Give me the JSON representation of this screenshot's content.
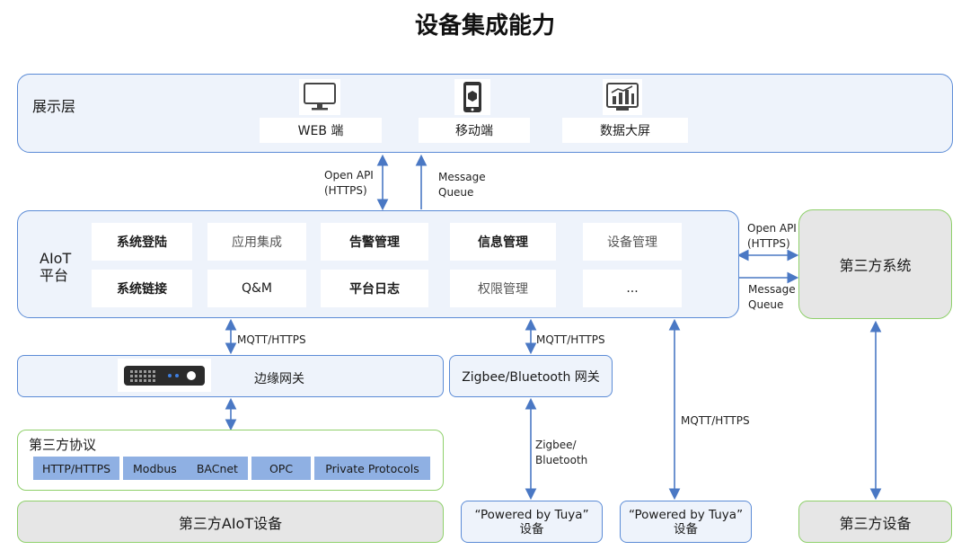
{
  "title": "设备集成能力",
  "display_layer": {
    "label": "展示层",
    "items": [
      {
        "label": "WEB 端",
        "icon": "monitor-icon"
      },
      {
        "label": "移动端",
        "icon": "mobile-icon"
      },
      {
        "label": "数据大屏",
        "icon": "dashboard-icon"
      }
    ]
  },
  "connections": {
    "openapi_top": [
      "Open API",
      "(HTTPS)"
    ],
    "mq_top": [
      "Message",
      "Queue"
    ],
    "openapi_right": [
      "Open API",
      "(HTTPS)"
    ],
    "mq_right": [
      "Message",
      "Queue"
    ],
    "mqtt_edge": "MQTT/HTTPS",
    "mqtt_zigbee": "MQTT/HTTPS",
    "mqtt_tuya": "MQTT/HTTPS",
    "zigbee_bt": [
      "Zigbee/",
      "Bluetooth"
    ]
  },
  "aiot": {
    "label_line1": "AIoT",
    "label_line2": "平台",
    "modules": [
      "系统登陆",
      "应用集成",
      "告警管理",
      "信息管理",
      "设备管理",
      "系统链接",
      "Q&M",
      "平台日志",
      "权限管理",
      "..."
    ]
  },
  "third_party_system": "第三方系统",
  "edge_gateway": {
    "label": "边缘网关",
    "icon": "server-icon"
  },
  "zigbee_gateway": "Zigbee/Bluetooth 网关",
  "protocols": {
    "label": "第三方协议",
    "items": [
      "HTTP/HTTPS",
      "Modbus",
      "BACnet",
      "OPC",
      "Private Protocols"
    ]
  },
  "third_party_aiot_device": "第三方AIoT设备",
  "tuya_device_1": [
    "“Powered by Tuya”",
    "设备"
  ],
  "tuya_device_2": [
    "“Powered by Tuya”",
    "设备"
  ],
  "third_party_device": "第三方设备",
  "colors": {
    "accent": "#5b8bd6",
    "panel": "#eef3fb",
    "green_border": "#8fd06b",
    "protocol": "#8fb0e3"
  }
}
